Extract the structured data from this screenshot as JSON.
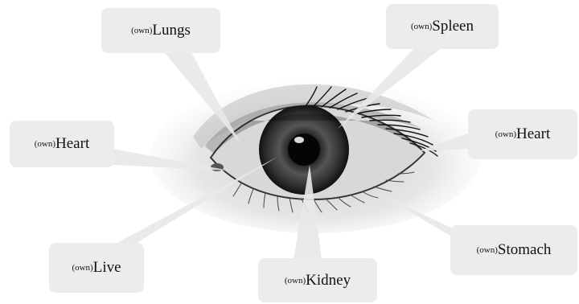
{
  "labels": [
    {
      "id": "lungs",
      "prefix": "(own)",
      "name": "Lungs"
    },
    {
      "id": "spleen",
      "prefix": "(own)",
      "name": "Spleen"
    },
    {
      "id": "heart_l",
      "prefix": "(own)",
      "name": "Heart"
    },
    {
      "id": "heart_r",
      "prefix": "(own)",
      "name": "Heart"
    },
    {
      "id": "live",
      "prefix": "(own)",
      "name": "Live"
    },
    {
      "id": "kidney",
      "prefix": "(own)",
      "name": "Kidney"
    },
    {
      "id": "stomach",
      "prefix": "(own)",
      "name": "Stomach"
    }
  ],
  "colors": {
    "box": "#ececec",
    "ray": "#e8e8e8",
    "text": "#111111"
  }
}
